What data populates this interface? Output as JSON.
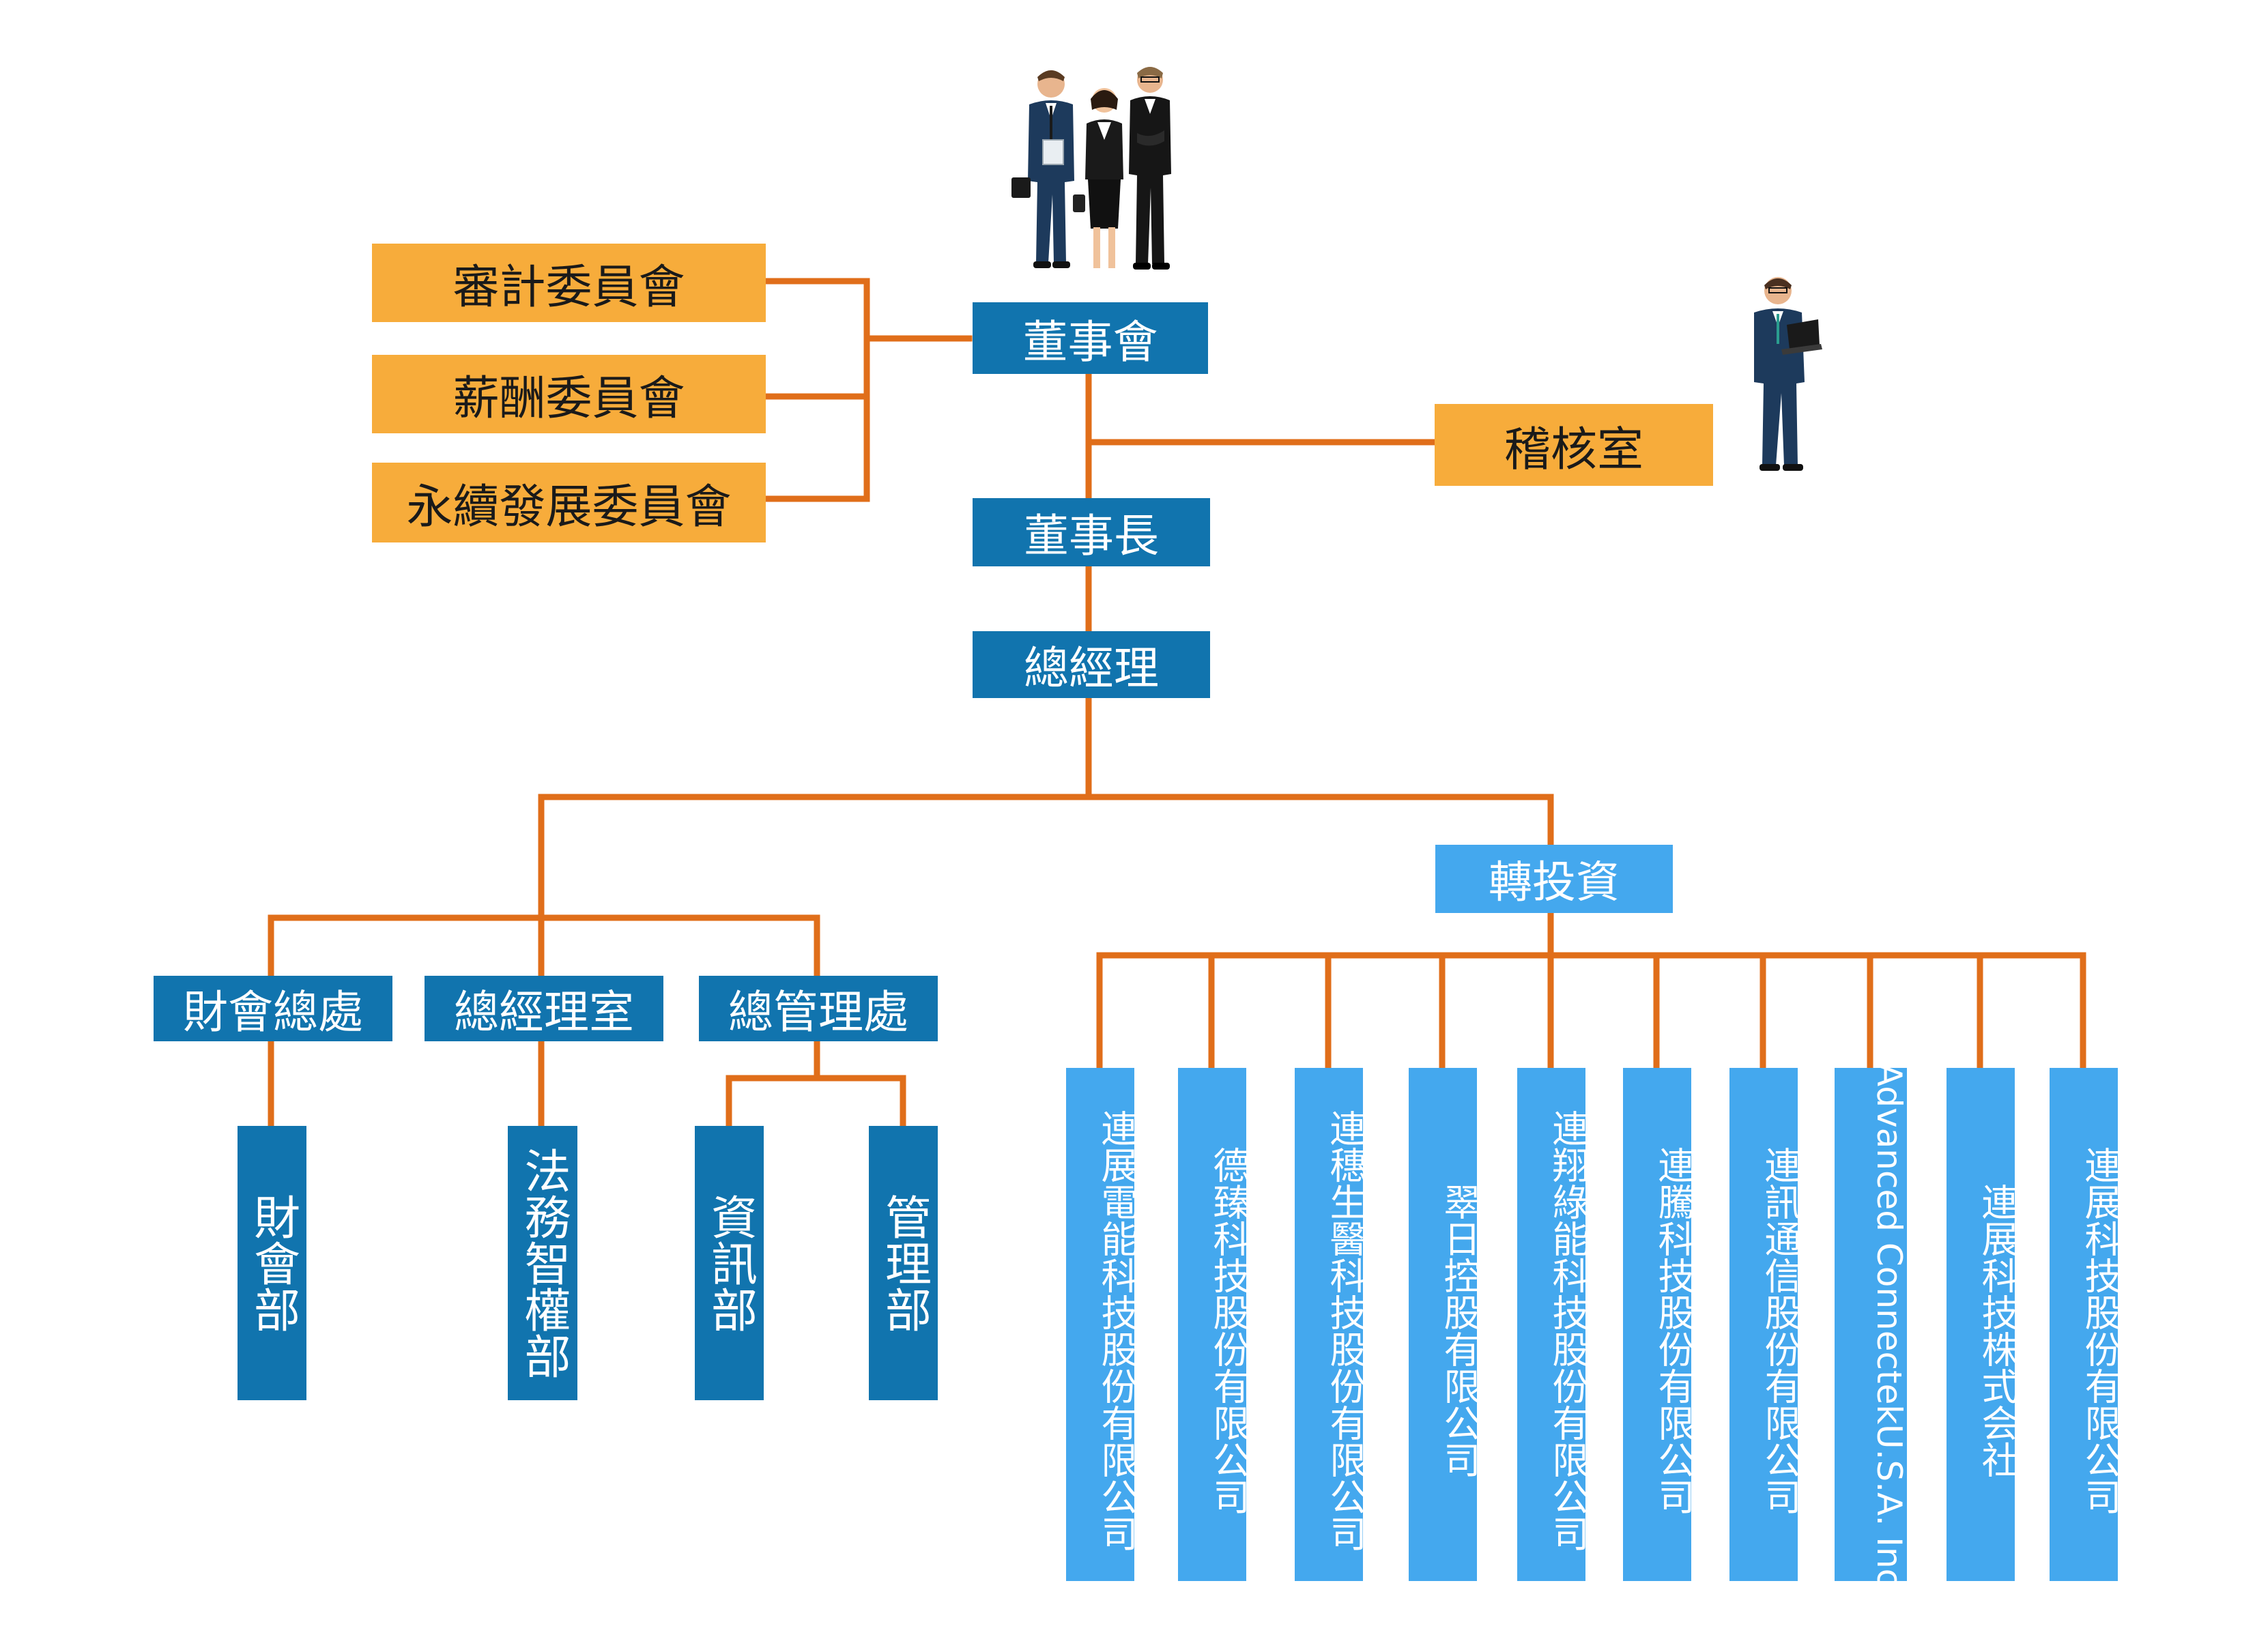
{
  "board": {
    "label": "董事會"
  },
  "chairman": {
    "label": "董事長"
  },
  "president": {
    "label": "總經理"
  },
  "audit": {
    "label": "稽核室"
  },
  "committees": [
    {
      "label": "審計委員會"
    },
    {
      "label": "薪酬委員會"
    },
    {
      "label": "永續發展委員會"
    }
  ],
  "divisions": [
    {
      "label": "財會總處"
    },
    {
      "label": "總經理室"
    },
    {
      "label": "總管理處"
    }
  ],
  "departments": [
    {
      "label": "財會部"
    },
    {
      "label": "法務智權部"
    },
    {
      "label": "資訊部"
    },
    {
      "label": "管理部"
    }
  ],
  "investment": {
    "label": "轉投資"
  },
  "subsidiaries": [
    {
      "label": "連展電能科技股份有限公司"
    },
    {
      "label": "德臻科技股份有限公司"
    },
    {
      "label": "連穗生醫科技股份有限公司"
    },
    {
      "label": "翠日控股有限公司"
    },
    {
      "label": "連翔綠能科技股份有限公司"
    },
    {
      "label": "連騰科技股份有限公司"
    },
    {
      "label": "連訊通信股份有限公司"
    },
    {
      "label_line1": "Advanced Connectek",
      "label_line2": "U.S.A. Inc."
    },
    {
      "label": "連展科技株式会社"
    },
    {
      "label": "連展科技股份有限公司"
    }
  ],
  "colors": {
    "line": "#E06E1A",
    "committee": "#F7AC3B",
    "navy": "#1174AE",
    "light": "#44A8EE"
  },
  "icons": {
    "group": "business-people-group-icon",
    "auditor": "businessman-with-laptop-icon"
  }
}
